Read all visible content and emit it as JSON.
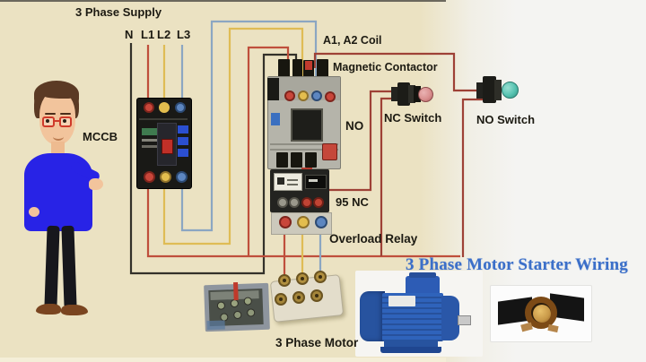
{
  "page": {
    "title": "3 Phase Motor Starter Wiring"
  },
  "labels": {
    "supply": "3 Phase Supply",
    "neutral": "N",
    "line1": "L1",
    "line2": "L2",
    "line3": "L3",
    "mccb": "MCCB",
    "coil": "A1, A2 Coil",
    "contactor": "Magnetic Contactor",
    "no_contact": "NO",
    "nc_switch": "NC Switch",
    "no_switch": "NO Switch",
    "overload_terminal": "95 NC",
    "overload": "Overload Relay",
    "motor": "3 Phase Motor",
    "watermark_title": "3 Phase Motor Starter Wiring"
  },
  "colors": {
    "wire_neutral": "#33312a",
    "wire_red": "#bf4f3c",
    "wire_yellow": "#dfbc55",
    "wire_blue": "#8ba6c2",
    "wire_control": "#9e4136",
    "title_blue": "#3b6fc9",
    "nc_button": "#d98f8f",
    "no_button": "#55c2b0",
    "background_left": "#ebe2c2",
    "background_right": "#f4f4f2"
  }
}
